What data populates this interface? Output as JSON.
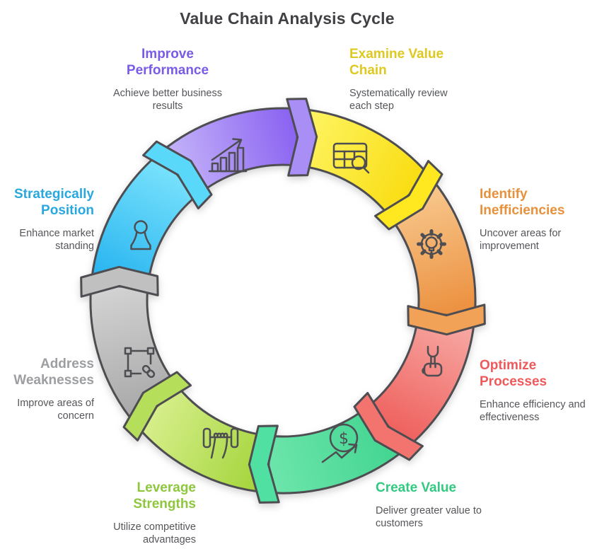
{
  "title": "Value Chain Analysis Cycle",
  "title_color": "#414145",
  "description_color": "#55565a",
  "outline_color": "#4d4d52",
  "segments": [
    {
      "id": "examine-value-chain",
      "label": "Examine Value Chain",
      "description": "Systematically review each step",
      "icon": "table-search-icon",
      "colors": {
        "light": "#fef462",
        "dark": "#f9dd13",
        "chevron": "#ffe81f",
        "text": "#ddc91f"
      }
    },
    {
      "id": "identify-inefficiencies",
      "label": "Identify Inefficiencies",
      "description": "Uncover areas for improvement",
      "icon": "gear-bulb-icon",
      "colors": {
        "light": "#f7c78c",
        "dark": "#ec9140",
        "chevron": "#f2a257",
        "text": "#e8913c"
      }
    },
    {
      "id": "optimize-processes",
      "label": "Optimize Processes",
      "description": "Enhance efficiency and effectiveness",
      "icon": "wrench-hand-icon",
      "colors": {
        "light": "#f7a8a3",
        "dark": "#ef625f",
        "chevron": "#f3736f",
        "text": "#ee5a5c"
      }
    },
    {
      "id": "create-value",
      "label": "Create Value",
      "description": "Deliver greater value to customers",
      "icon": "dollar-growth-icon",
      "colors": {
        "light": "#6ce5ab",
        "dark": "#43d591",
        "chevron": "#4fe0a2",
        "text": "#33c981"
      }
    },
    {
      "id": "leverage-strengths",
      "label": "Leverage Strengths",
      "description": "Utilize competitive advantages",
      "icon": "dumbbell-hand-icon",
      "colors": {
        "light": "#d6ee8a",
        "dark": "#a4d53c",
        "chevron": "#b5de5b",
        "text": "#8ec73e"
      }
    },
    {
      "id": "address-weaknesses",
      "label": "Address Weaknesses",
      "description": "Improve areas of concern",
      "icon": "selection-link-icon",
      "colors": {
        "light": "#d2d2d2",
        "dark": "#a9a9a9",
        "chevron": "#c0c0c0",
        "text": "#9c9ea1"
      }
    },
    {
      "id": "strategically-position",
      "label": "Strategically Position",
      "description": "Enhance market standing",
      "icon": "chess-pawn-icon",
      "colors": {
        "light": "#77e1fc",
        "dark": "#29b5f0",
        "chevron": "#59d8fa",
        "text": "#29a8e0"
      }
    },
    {
      "id": "improve-performance",
      "label": "Improve Performance",
      "description": "Achieve better business results",
      "icon": "growth-chart-icon",
      "colors": {
        "light": "#c3b2f9",
        "dark": "#8b63f1",
        "chevron": "#a98ef6",
        "text": "#7a5be8"
      }
    }
  ],
  "dollar_glyph": "$"
}
